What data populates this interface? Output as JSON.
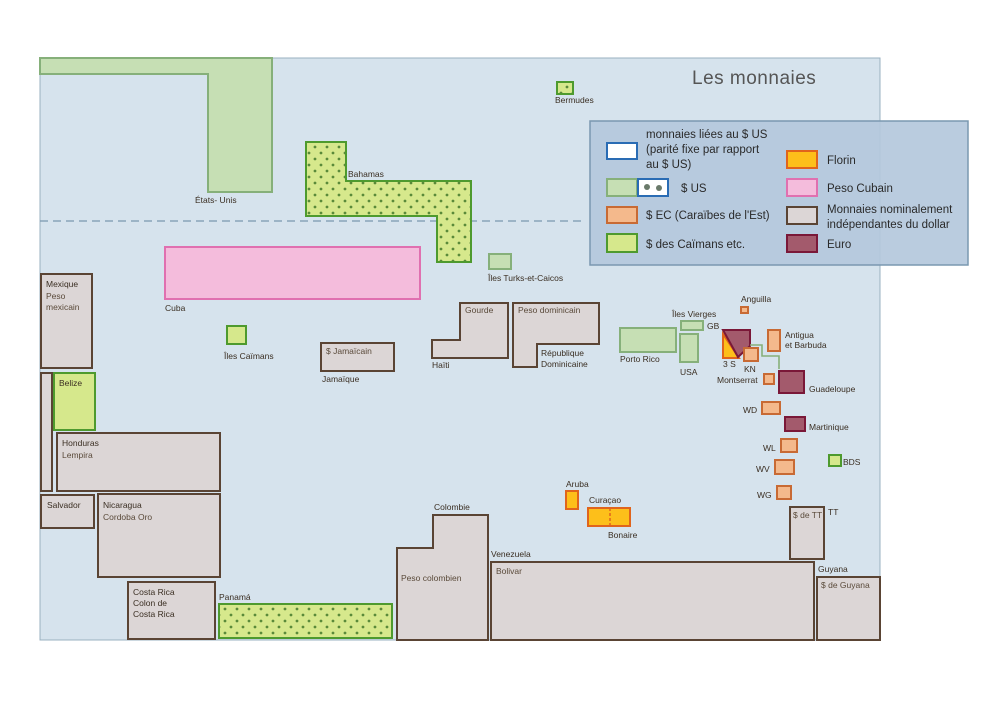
{
  "title": "Les monnaies",
  "legend": {
    "usd_linked": "monnaies liées au $ US",
    "usd_linked_2": "(parité fixe par rapport",
    "usd_linked_3": "au $ US)",
    "usd": "$ US",
    "ec": "$ EC (Caraïbes de l'Est)",
    "caimans": "$ des Caïmans etc.",
    "florin": "Florin",
    "cuban_peso": "Peso Cubain",
    "independent_1": "Monnaies nominalement",
    "independent_2": "indépendantes du dollar",
    "euro": "Euro"
  },
  "labels": {
    "usa_main": "États- Unis",
    "bermudes": "Bermudes",
    "bahamas": "Bahamas",
    "turks": "Îles Turks-et-Caicos",
    "cuba": "Cuba",
    "caimans": "Îles Caïmans",
    "mexique": "Mexique",
    "mexique_cur_1": "Peso",
    "mexique_cur_2": "mexicain",
    "belize": "Belize",
    "honduras": "Honduras",
    "honduras_cur": "Lempira",
    "salvador": "Salvador",
    "nicaragua": "Nicaragua",
    "nicaragua_cur": "Cordoba Oro",
    "costarica_1": "Costa Rica",
    "costarica_2": "Colon de",
    "costarica_3": "Costa Rica",
    "panama": "Panamá",
    "jamaique_cur": "$ Jamaïcain",
    "jamaique": "Jamaïque",
    "haiti_cur": "Gourde",
    "haiti": "Haïti",
    "rd_cur": "Peso dominicain",
    "rd_1": "République",
    "rd_2": "Dominicaine",
    "portorico": "Porto Rico",
    "vierges": "Îles Vierges",
    "gb": "GB",
    "usa_vi": "USA",
    "anguilla": "Anguilla",
    "antigua_1": "Antigua",
    "antigua_2": "et Barbuda",
    "three_s": "3 S",
    "kn": "KN",
    "montserrat": "Montserrat",
    "guadeloupe": "Guadeloupe",
    "wd": "WD",
    "martinique": "Martinique",
    "wl": "WL",
    "bds": "BDS",
    "wv": "WV",
    "wg": "WG",
    "aruba": "Aruba",
    "curacao": "Curaçao",
    "bonaire": "Bonaire",
    "tt_cur": "$ de TT",
    "tt": "TT",
    "colombie": "Colombie",
    "colombie_cur": "Peso colombien",
    "venezuela": "Venezuela",
    "venezuela_cur": "Bolivar",
    "guyana": "Guyana",
    "guyana_cur": "$ de Guyana"
  },
  "colors": {
    "sea": "#d6e3ed",
    "usd_fill": "#c6dfb4",
    "usd_stroke": "#86b07a",
    "caimans_fill": "#d6e88c",
    "caimans_stroke": "#4e9a2e",
    "ec_fill": "#f4b98c",
    "ec_stroke": "#c86a34",
    "florin_fill": "#fdbf1a",
    "florin_stroke": "#e0641c",
    "cuban_fill": "#f4bcdc",
    "cuban_stroke": "#e070b0",
    "indep_fill": "#dcd6d6",
    "indep_stroke": "#5a4434",
    "euro_fill": "#a35a6c",
    "euro_stroke": "#7a1838",
    "linked_stroke": "#2a6cb4"
  }
}
